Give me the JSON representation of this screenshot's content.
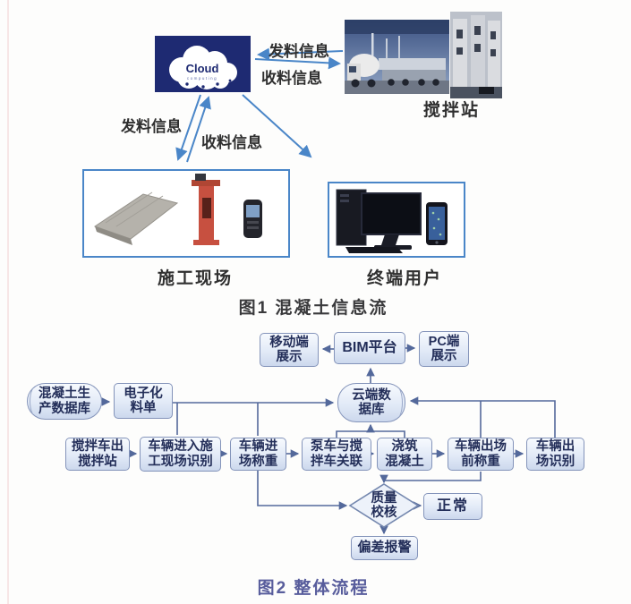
{
  "figure1": {
    "caption": "图1  混凝土信息流",
    "cloud": {
      "label": "Cloud",
      "sublabel": "computing"
    },
    "labels": {
      "station": "搅拌站",
      "site": "施工现场",
      "terminal": "终端用户"
    },
    "arrow_labels": {
      "dispatch_top": "发料信息",
      "receive_top": "收料信息",
      "dispatch_left": "发料信息",
      "receive_left": "收料信息"
    }
  },
  "figure2": {
    "caption": "图2  整体流程",
    "nodes": {
      "mobile": "移动端\n展示",
      "bim": "BIM平台",
      "pc": "PC端\n展示",
      "cloud_db": "云端数\n据库",
      "prod_db": "混凝土生\n产数据库",
      "eticket": "电子化\n料单",
      "leave_station": "搅拌车出\n搅拌站",
      "enter_site": "车辆进入施\n工现场识别",
      "enter_weigh": "车辆进\n场称重",
      "pump_link": "泵车与搅\n拌车关联",
      "pour": "浇筑\n混凝土",
      "exit_weigh": "车辆出场\n前称重",
      "exit_id": "车辆出\n场识别",
      "quality": "质量\n校核",
      "normal": "正常",
      "alarm": "偏差报警"
    }
  },
  "colors": {
    "fig1_arrow": "#4a86c8",
    "fig2_line": "#54699b",
    "node_border": "#8494ba",
    "node_text": "#232e59",
    "cloud_bg": "#1e2a72",
    "caption2": "#585d9c"
  }
}
